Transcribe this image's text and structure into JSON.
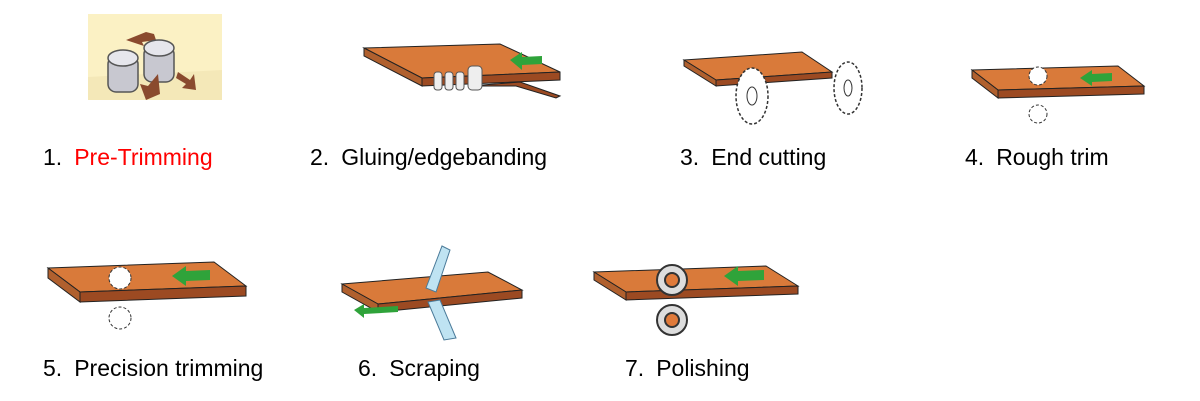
{
  "steps": [
    {
      "number": "1.",
      "label": "Pre-Trimming",
      "highlight": true,
      "icon": "pre-trimming-cutters-illustration"
    },
    {
      "number": "2.",
      "label": "Gluing/edgebanding",
      "highlight": false,
      "icon": "gluing-rollers-illustration"
    },
    {
      "number": "3.",
      "label": "End cutting",
      "highlight": false,
      "icon": "end-cutting-saws-illustration"
    },
    {
      "number": "4.",
      "label": "Rough trim",
      "highlight": false,
      "icon": "rough-trim-cutters-illustration"
    },
    {
      "number": "5.",
      "label": "Precision trimming",
      "highlight": false,
      "icon": "precision-trim-cutters-illustration"
    },
    {
      "number": "6.",
      "label": "Scraping",
      "highlight": false,
      "icon": "scraping-blades-illustration"
    },
    {
      "number": "7.",
      "label": "Polishing",
      "highlight": false,
      "icon": "polishing-wheels-illustration"
    }
  ],
  "colors": {
    "highlight": "#ff0000",
    "board": "#d97a3a",
    "edge": "#9c4a22",
    "arrow_green": "#2fa33a",
    "arrow_brown": "#8a4a2e"
  }
}
